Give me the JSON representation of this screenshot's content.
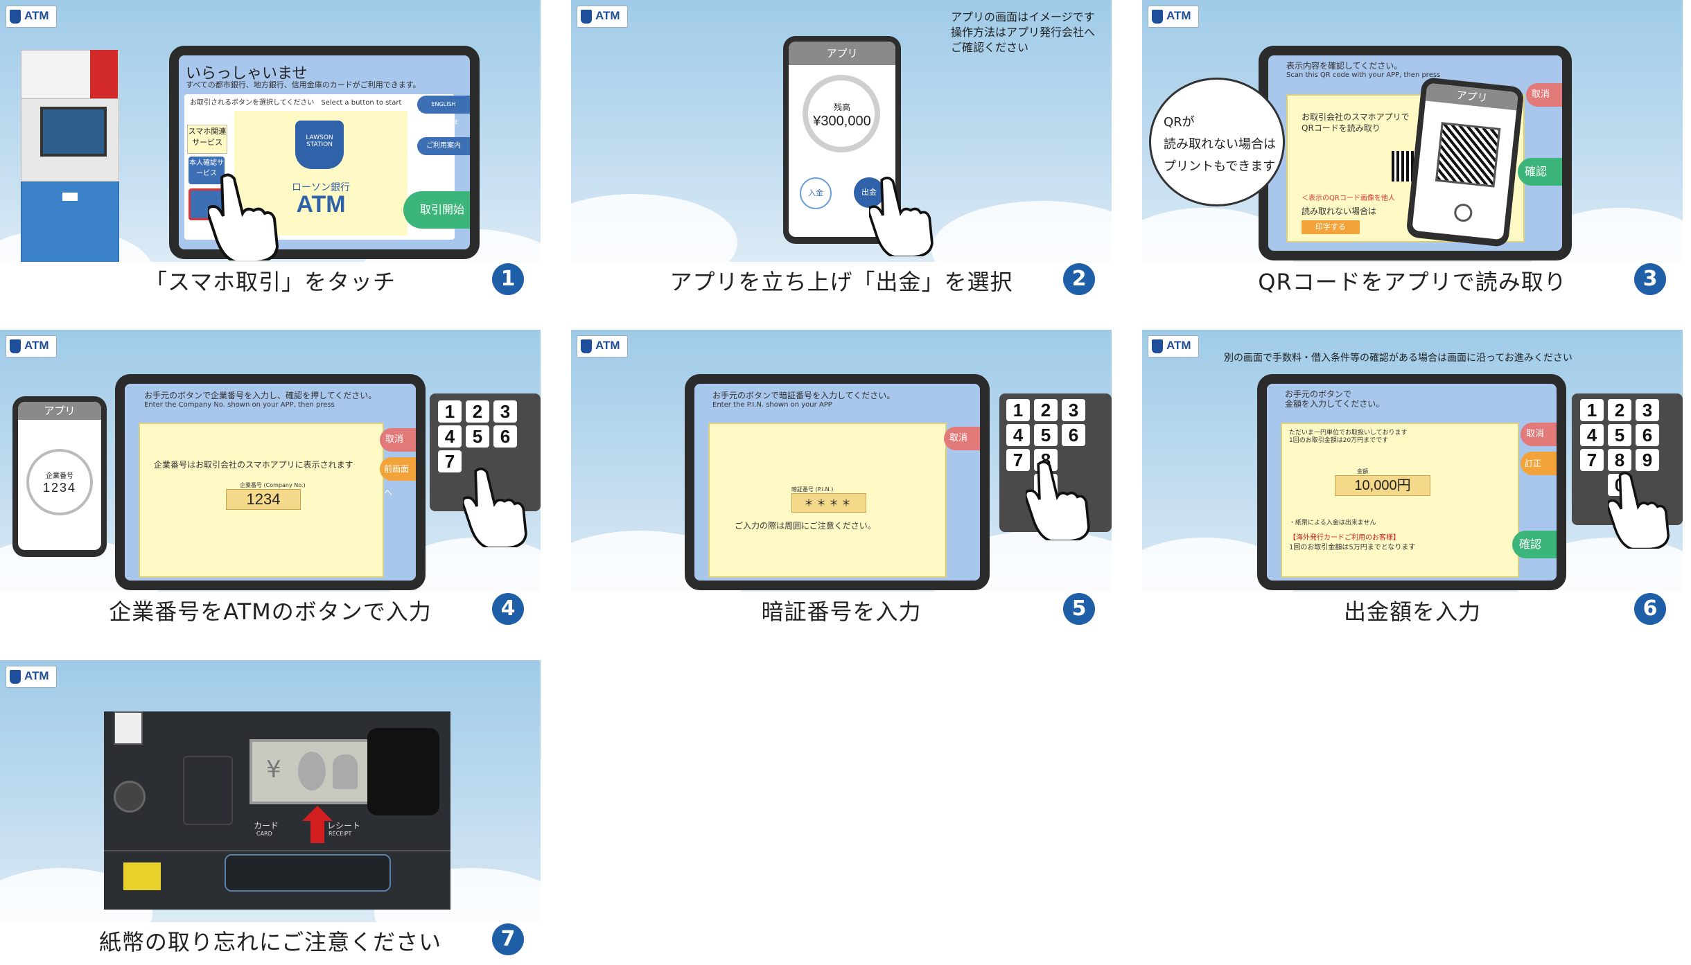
{
  "logo_text": "ATM",
  "accent": "#1f5fa8",
  "panels": [
    {
      "number": "1",
      "caption": "「スマホ取引」をタッチ",
      "welcome": "いらっしゃいませ",
      "sub": "すべての都市銀行、地方銀行、信用金庫のカードがご利用できます。",
      "prompt": "お取引されるボタンを選択してください　Select a button to start",
      "menu_smartphone": "スマホ関連サービス",
      "menu_identity": "本人確認サービス",
      "english": "ENGLISH GUIDANCE",
      "guide": "ご利用案内",
      "start": "取引開始",
      "brand_top": "LAWSON STATION",
      "brand_jp": "ローソン銀行",
      "brand_atm": "ATM"
    },
    {
      "number": "2",
      "caption": "アプリを立ち上げ「出金」を選択",
      "note": "アプリの画面はイメージです\n操作方法はアプリ発行会社へ\nご確認ください",
      "app_title": "アプリ",
      "balance_label": "残高",
      "balance": "¥300,000",
      "deposit": "入金",
      "withdraw": "出金"
    },
    {
      "number": "3",
      "caption": "QRコードをアプリで読み取り",
      "instruction": "表示内容を確認してください。",
      "instruction_en": "Scan this QR code with your APP, then press",
      "bubble": "QRが\n読み取れない場合は\nプリントもできます",
      "body1": "お取引会社のスマホアプリで",
      "body2": "QRコードを読み取り",
      "warn": "＜表示のQRコード画像を他人",
      "cant_read": "読み取れない場合は",
      "print": "印字する",
      "cancel": "取消",
      "confirm": "確認",
      "app_title": "アプリ"
    },
    {
      "number": "4",
      "caption": "企業番号をATMのボタンで入力",
      "instruction": "お手元のボタンで企業番号を入力し、確認を押してください。",
      "instruction_en": "Enter the Company No. shown on your APP, then press",
      "body": "企業番号はお取引会社のスマホアプリに表示されます",
      "field_label": "企業番号 (Company No.)",
      "value": "1234",
      "cancel": "取消",
      "back": "前画面へ",
      "app_title": "アプリ",
      "app_label": "企業番号",
      "app_value": "1234",
      "keys": [
        "1",
        "2",
        "3",
        "4",
        "5",
        "6",
        "7"
      ]
    },
    {
      "number": "5",
      "caption": "暗証番号を入力",
      "instruction": "お手元のボタンで暗証番号を入力してください。",
      "instruction_en": "Enter the P.I.N. shown on your APP",
      "field_label": "暗証番号 (P.I.N.)",
      "value": "＊＊＊＊",
      "note": "ご入力の際は周囲にご注意ください。",
      "cancel": "取消",
      "keys": [
        "1",
        "2",
        "3",
        "4",
        "5",
        "6",
        "7",
        "8",
        "0"
      ]
    },
    {
      "number": "6",
      "caption": "出金額を入力",
      "top_note": "別の画面で手数料・借入条件等の確認がある場合は画面に沿ってお進みください",
      "instruction": "お手元のボタンで\n金額を入力してください。",
      "body": "ただいま一円単位でお取扱いしております\n1回のお取引金額は20万円までです",
      "amount_label": "金額",
      "amount": "10,000円",
      "foot1": "・紙幣による入金は出来ません",
      "foot2": "【海外発行カードご利用のお客様】",
      "foot3": "1回のお取引金額は5万円までとなります",
      "cancel": "取消",
      "correct": "訂正",
      "confirm": "確認",
      "keys": [
        "1",
        "2",
        "3",
        "4",
        "5",
        "6",
        "7",
        "8",
        "9",
        "0"
      ]
    },
    {
      "number": "7",
      "caption": "紙幣の取り忘れにご注意ください",
      "card_label": "カード",
      "card_en": "CARD",
      "receipt_label": "レシート",
      "receipt_en": "RECEIPT",
      "yen": "¥"
    }
  ]
}
